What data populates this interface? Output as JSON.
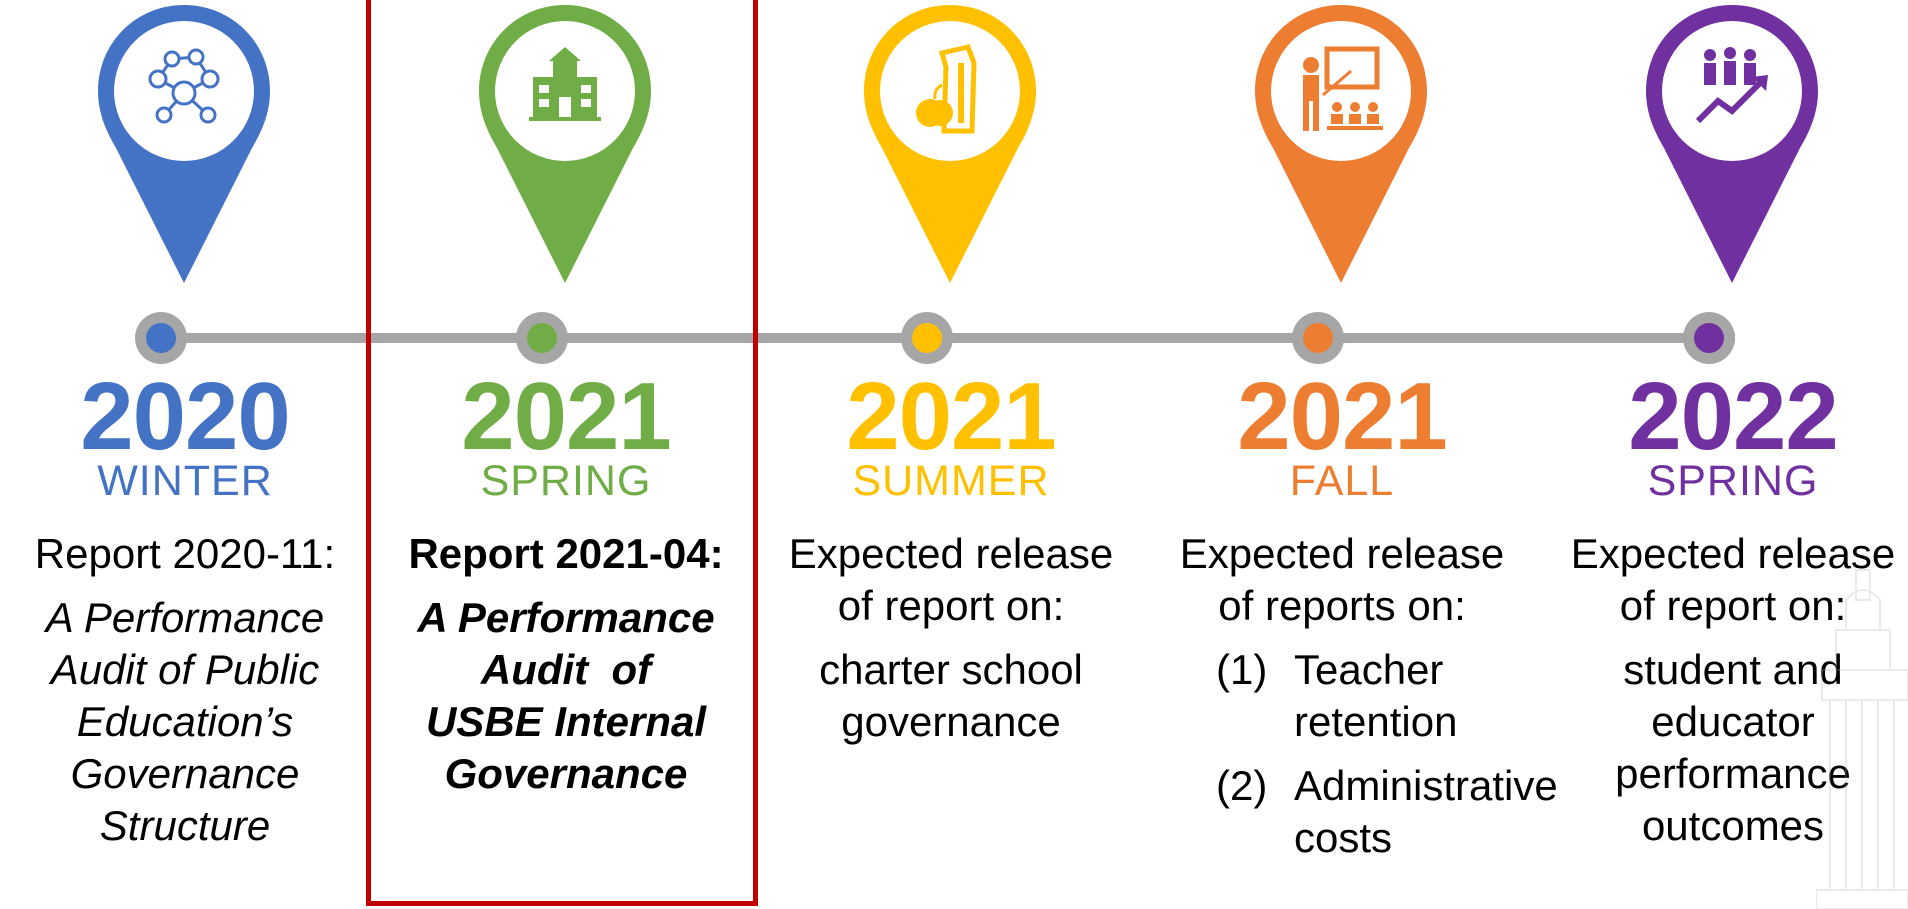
{
  "colors": {
    "blue": "#4472c4",
    "green": "#70ad47",
    "yellow": "#ffc000",
    "orange": "#ed7d31",
    "purple": "#7030a0",
    "line": "#a6a6a6",
    "highlight": "#c00000"
  },
  "milestones": [
    {
      "year": "2020",
      "season": "WINTER",
      "icon": "network-people-icon",
      "color": "#4472c4",
      "heading": "Report 2020-11:",
      "title_lines": [
        "A Performance",
        "Audit of Public",
        "Education’s",
        "Governance",
        "Structure"
      ]
    },
    {
      "year": "2021",
      "season": "SPRING",
      "icon": "school-building-icon",
      "color": "#70ad47",
      "highlighted": true,
      "heading": "Report 2021-04:",
      "title_lines": [
        "A Performance",
        "Audit  of",
        "USBE Internal",
        "Governance"
      ]
    },
    {
      "year": "2021",
      "season": "SUMMER",
      "icon": "lunch-bag-apple-icon",
      "color": "#ffc000",
      "heading_lines": [
        "Expected release",
        "of report on:"
      ],
      "topic_lines": [
        "charter school",
        "governance"
      ]
    },
    {
      "year": "2021",
      "season": "FALL",
      "icon": "teacher-classroom-icon",
      "color": "#ed7d31",
      "heading_lines": [
        "Expected release",
        "of reports on:"
      ],
      "list": [
        {
          "num": "(1)",
          "lines": [
            "Teacher",
            "retention"
          ]
        },
        {
          "num": "(2)",
          "lines": [
            "Administrative",
            "costs"
          ]
        }
      ]
    },
    {
      "year": "2022",
      "season": "SPRING",
      "icon": "people-growth-chart-icon",
      "color": "#7030a0",
      "heading_lines": [
        "Expected release",
        "of report on:"
      ],
      "topic_lines": [
        "student and",
        "educator",
        "performance",
        "outcomes"
      ]
    }
  ]
}
